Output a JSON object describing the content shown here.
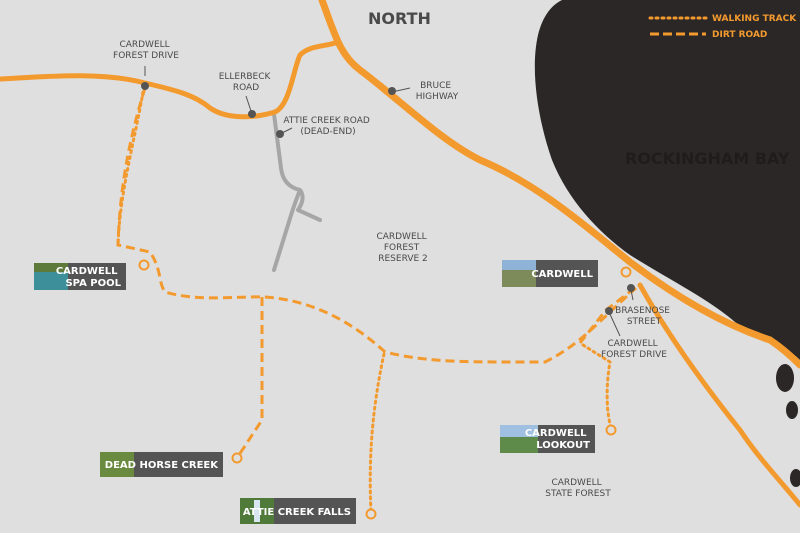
{
  "title": "NORTH",
  "legend": [
    {
      "label": "WALKING TRACK",
      "style": "dotted"
    },
    {
      "label": "DIRT ROAD",
      "style": "dashed"
    }
  ],
  "colors": {
    "background": "#dfdfdf",
    "sea": "#2b2726",
    "road": "#f39a2f",
    "side_road": "#a6a6a6",
    "tag_bg": "#545454",
    "label": "#4a4a4a"
  },
  "water": {
    "label": "ROCKINGHAM BAY"
  },
  "areas": {
    "reserve": [
      "CARDWELL",
      "FOREST",
      "RESERVE 2"
    ],
    "state_forest": [
      "CARDWELL",
      "STATE FOREST"
    ]
  },
  "road_labels": {
    "forest_drive_north": [
      "CARDWELL",
      "FOREST DRIVE"
    ],
    "ellerbeck": [
      "ELLERBECK",
      "ROAD"
    ],
    "attie_creek_road": [
      "ATTIE CREEK ROAD",
      "(DEAD-END)"
    ],
    "bruce_highway": [
      "BRUCE",
      "HIGHWAY"
    ],
    "brasenose": [
      "BRASENOSE",
      "STREET"
    ],
    "forest_drive_south": [
      "CARDWELL",
      "FOREST DRIVE"
    ]
  },
  "places": {
    "spa_pool": [
      "CARDWELL",
      "SPA POOL"
    ],
    "cardwell": [
      "CARDWELL"
    ],
    "lookout": [
      "CARDWELL",
      "LOOKOUT"
    ],
    "dead_horse": [
      "DEAD HORSE CREEK"
    ],
    "attie_falls": [
      "ATTIE CREEK FALLS"
    ]
  },
  "icons": {
    "photo": "place-photo-icon",
    "pin": "road-marker-icon",
    "endpoint": "track-endpoint-icon"
  }
}
